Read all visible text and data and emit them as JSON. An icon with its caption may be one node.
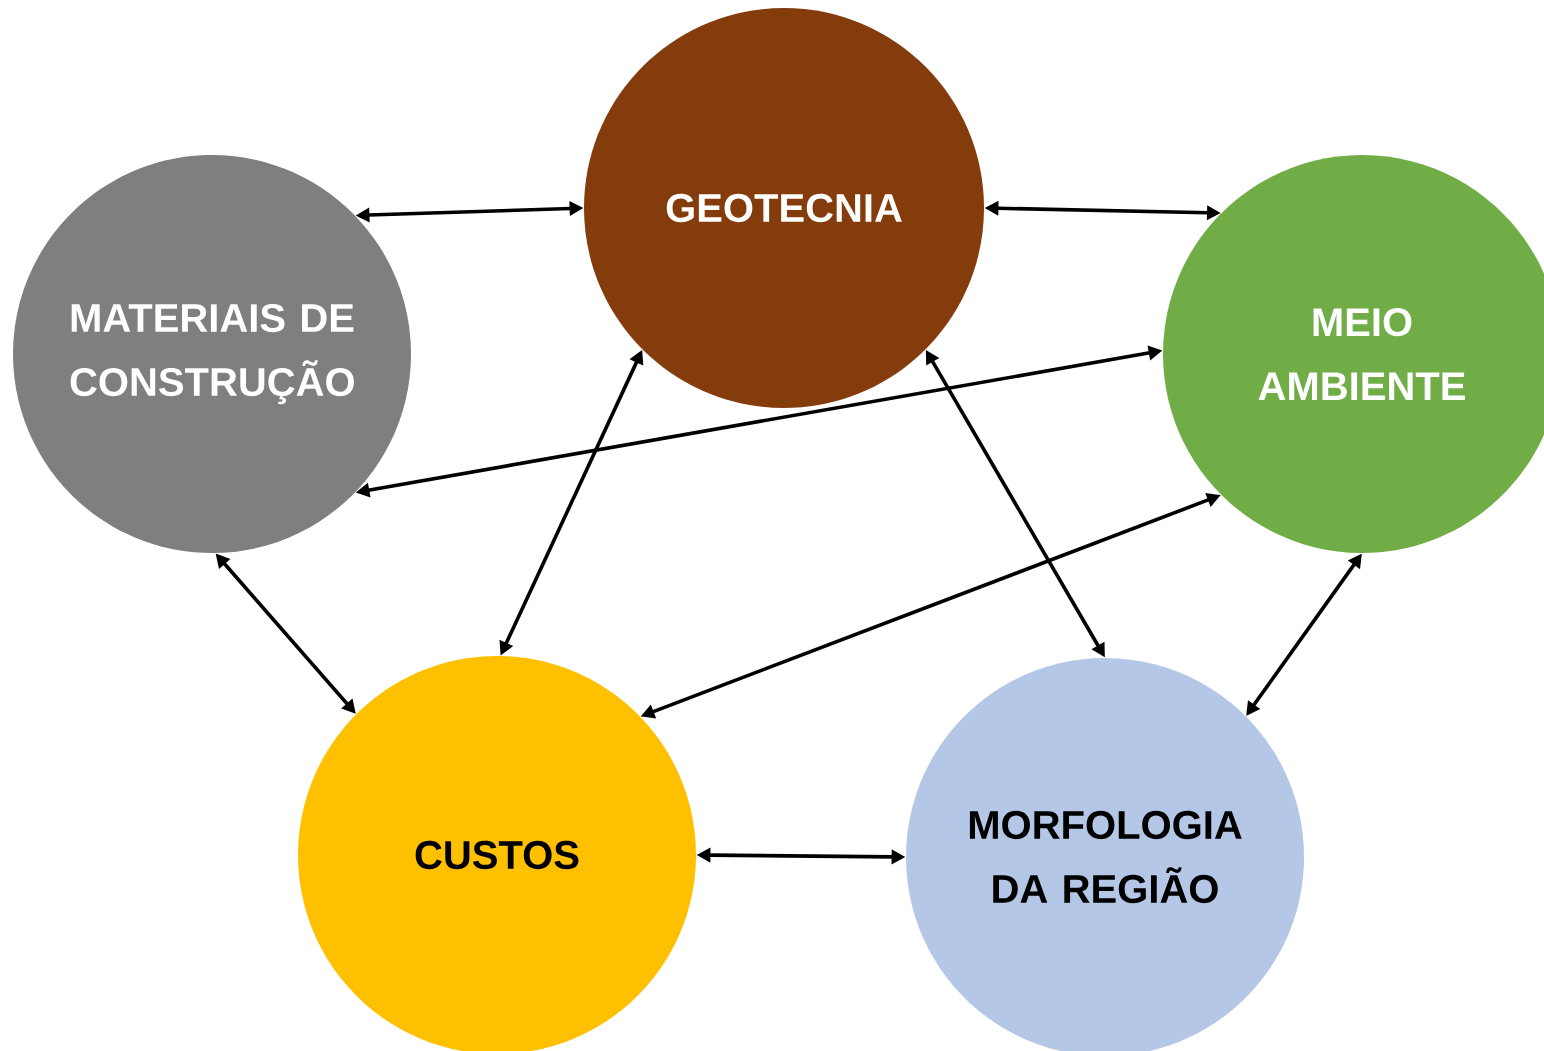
{
  "diagram": {
    "nodes": [
      {
        "text": [
          "GEOTECNIA"
        ]
      },
      {
        "text": [
          "MATERIAIS DE CONSTRUÇÃO"
        ]
      },
      {
        "text": [
          "MEIO AMBIENTE"
        ]
      },
      {
        "text": [
          "CUSTOS"
        ]
      },
      {
        "text": [
          "MORFOLOGIA DA REGIÃO"
        ]
      }
    ],
    "edges": [
      {
        "from": 1,
        "to": 0,
        "arrow": "both"
      },
      {
        "from": 0,
        "to": 2,
        "arrow": "both"
      },
      {
        "from": 1,
        "to": 2,
        "arrow": "both"
      },
      {
        "from": 0,
        "to": 3,
        "arrow": "both"
      },
      {
        "from": 0,
        "to": 4,
        "arrow": "both"
      },
      {
        "from": 3,
        "to": 2,
        "arrow": "both"
      },
      {
        "from": 1,
        "to": 3,
        "arrow": "both"
      },
      {
        "from": 2,
        "to": 4,
        "arrow": "both"
      },
      {
        "from": 3,
        "to": 4,
        "arrow": "both"
      }
    ]
  }
}
